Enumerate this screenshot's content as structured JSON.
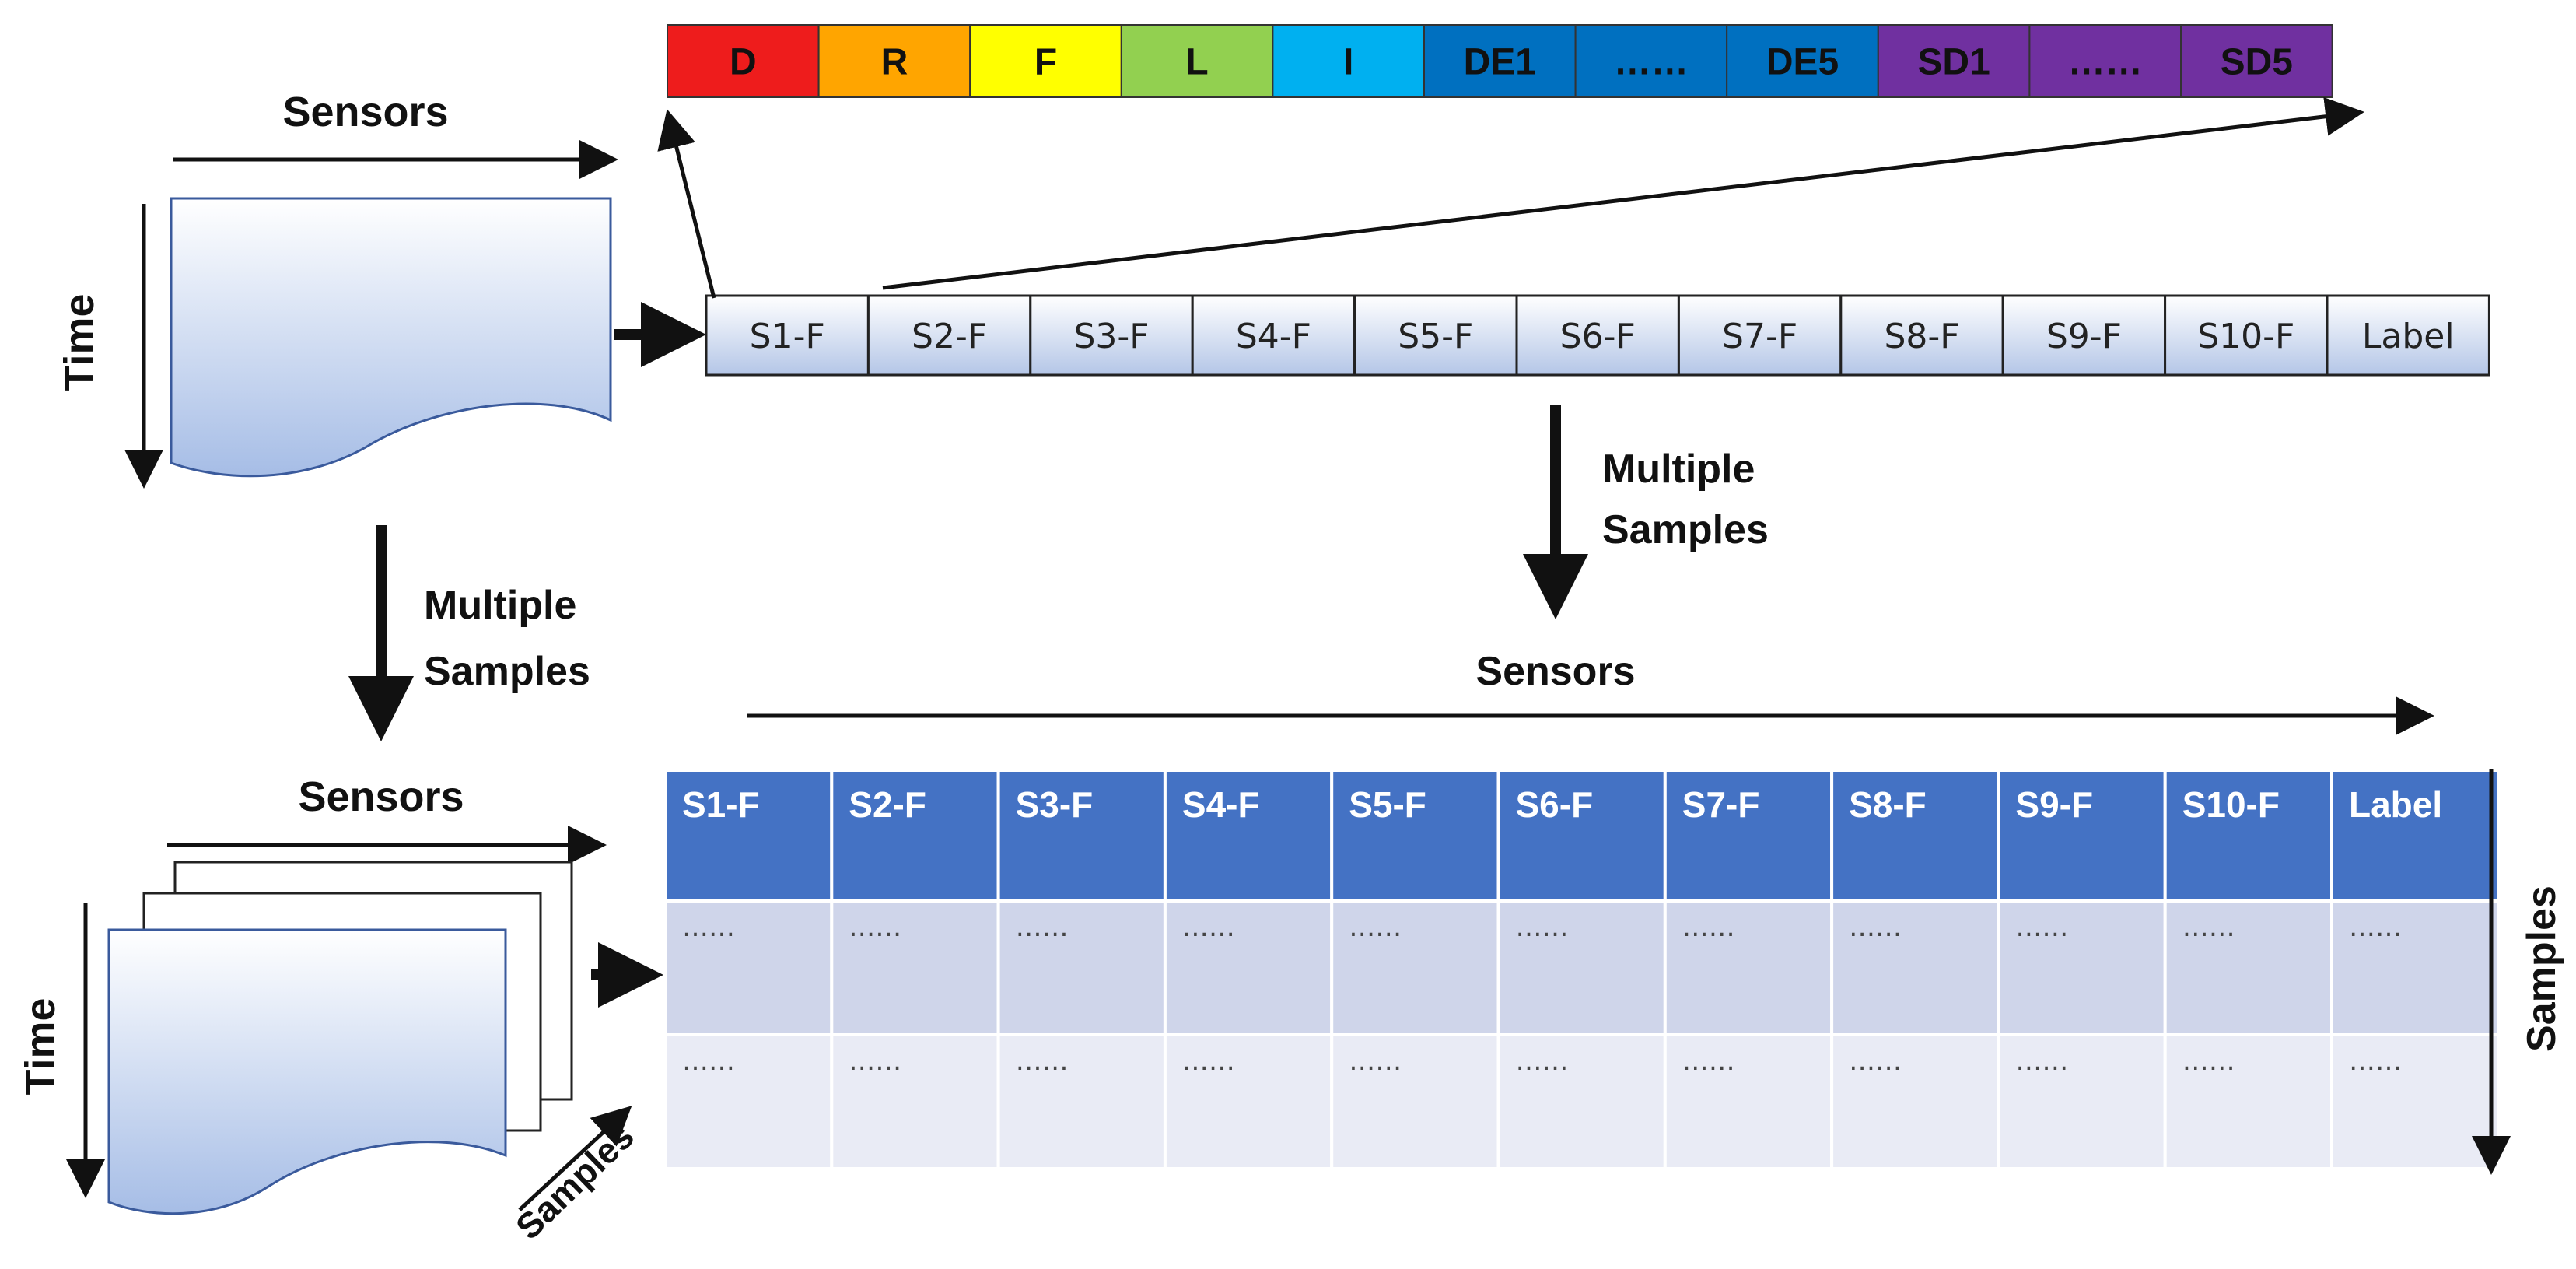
{
  "colors": {
    "bar": [
      "#ee1c1c",
      "#ffa500",
      "#ffff00",
      "#92d050",
      "#00b0f0",
      "#0070c0",
      "#0070c0",
      "#0070c0",
      "#7030a0",
      "#7030a0",
      "#7030a0"
    ],
    "header_blue": "#4472c4",
    "row_a": "#cfd5ea",
    "row_b": "#e9ebf5",
    "arrow": "#111111"
  },
  "feature_bar": [
    "D",
    "R",
    "F",
    "L",
    "I",
    "DE1",
    "……",
    "DE5",
    "SD1",
    "……",
    "SD5"
  ],
  "top_left": {
    "sensors_label": "Sensors",
    "time_label": "Time"
  },
  "top_row": [
    "S1-F",
    "S2-F",
    "S3-F",
    "S4-F",
    "S5-F",
    "S6-F",
    "S7-F",
    "S8-F",
    "S9-F",
    "S10-F",
    "Label"
  ],
  "right_multiple": {
    "line1": "Multiple",
    "line2": "Samples"
  },
  "left_multiple": {
    "line1": "Multiple",
    "line2": "Samples"
  },
  "bottom_left": {
    "sensors_label": "Sensors",
    "time_label": "Time",
    "samples_label": "Samples"
  },
  "table": {
    "sensors_label": "Sensors",
    "samples_label": "Samples",
    "headers": [
      "S1-F",
      "S2-F",
      "S3-F",
      "S4-F",
      "S5-F",
      "S6-F",
      "S7-F",
      "S8-F",
      "S9-F",
      "S10-F",
      "Label"
    ],
    "rows": [
      [
        "……",
        "……",
        "……",
        "……",
        "……",
        "……",
        "……",
        "……",
        "……",
        "……",
        "……"
      ],
      [
        "……",
        "……",
        "……",
        "……",
        "……",
        "……",
        "……",
        "……",
        "……",
        "……",
        "……"
      ]
    ]
  }
}
